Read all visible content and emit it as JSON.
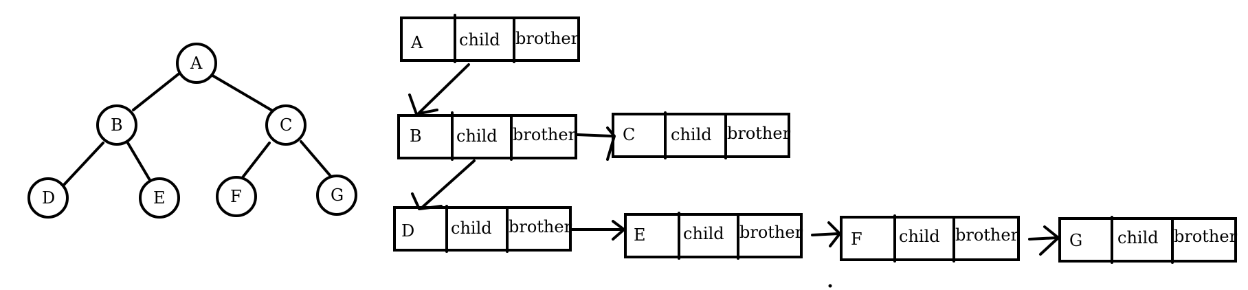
{
  "tree": {
    "nodes": [
      {
        "id": "A",
        "label": "A"
      },
      {
        "id": "B",
        "label": "B"
      },
      {
        "id": "C",
        "label": "C"
      },
      {
        "id": "D",
        "label": "D"
      },
      {
        "id": "E",
        "label": "E"
      },
      {
        "id": "F",
        "label": "F"
      },
      {
        "id": "G",
        "label": "G"
      }
    ],
    "edges": [
      [
        "A",
        "B"
      ],
      [
        "A",
        "C"
      ],
      [
        "B",
        "D"
      ],
      [
        "B",
        "E"
      ],
      [
        "C",
        "F"
      ],
      [
        "C",
        "G"
      ]
    ]
  },
  "records": [
    {
      "id": "A",
      "label": "A",
      "child": "child",
      "brother": "brother"
    },
    {
      "id": "B",
      "label": "B",
      "child": "child",
      "brother": "brother"
    },
    {
      "id": "C",
      "label": "C",
      "child": "child",
      "brother": "brother"
    },
    {
      "id": "D",
      "label": "D",
      "child": "child",
      "brother": "brother"
    },
    {
      "id": "E",
      "label": "E",
      "child": "child",
      "brother": "brother"
    },
    {
      "id": "F",
      "label": "F",
      "child": "child",
      "brother": "brother"
    },
    {
      "id": "G",
      "label": "G",
      "child": "child",
      "brother": "brother"
    }
  ],
  "links": [
    {
      "from": "A",
      "to": "B",
      "kind": "child"
    },
    {
      "from": "B",
      "to": "C",
      "kind": "brother"
    },
    {
      "from": "B",
      "to": "D",
      "kind": "child"
    },
    {
      "from": "D",
      "to": "E",
      "kind": "brother"
    },
    {
      "from": "E",
      "to": "F",
      "kind": "brother"
    },
    {
      "from": "F",
      "to": "G",
      "kind": "brother"
    }
  ]
}
